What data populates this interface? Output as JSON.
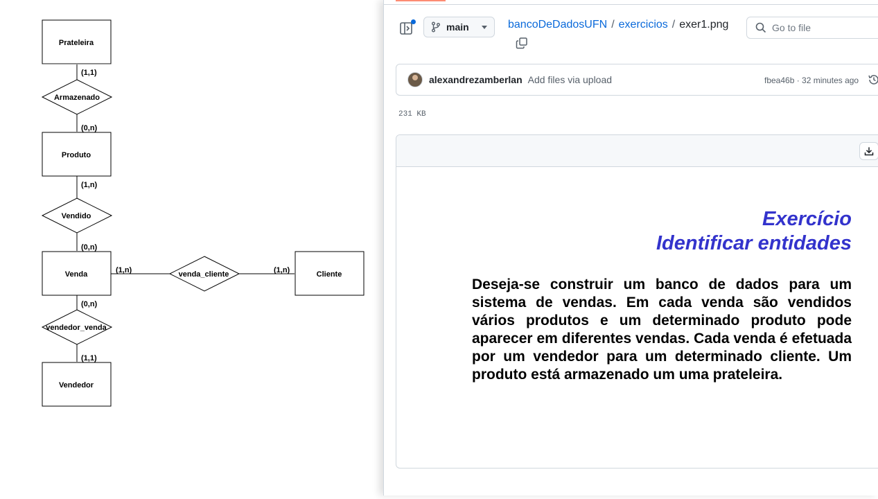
{
  "er_diagram": {
    "entities": {
      "prateleira": "Prateleira",
      "produto": "Produto",
      "venda": "Venda",
      "vendedor": "Vendedor",
      "cliente": "Cliente"
    },
    "relationships": {
      "armazenado": "Armazenado",
      "vendido": "Vendido",
      "vendedor_venda": "vendedor_venda",
      "venda_cliente": "venda_cliente"
    },
    "cardinalities": {
      "prateleira_armazenado": "(1,1)",
      "armazenado_produto": "(0,n)",
      "produto_vendido": "(1,n)",
      "vendido_venda": "(0,n)",
      "venda_vendedor_venda": "(0,n)",
      "vendedor_venda_vendedor": "(1,1)",
      "venda_venda_cliente": "(1,n)",
      "venda_cliente_cliente": "(1,n)"
    }
  },
  "github": {
    "branch": "main",
    "breadcrumb": {
      "repo": "bancoDeDadosUFN",
      "folder": "exercicios",
      "file": "exer1.png",
      "separator": "/"
    },
    "search": {
      "placeholder": "Go to file"
    },
    "commit": {
      "author": "alexandrezamberlan",
      "message": "Add files via upload",
      "meta": "fbea46b · 32 minutes ago"
    },
    "file_size": "231 KB",
    "image_content": {
      "title_line1": "Exercício",
      "title_line2": "Identificar entidades",
      "body": "Deseja-se construir um banco de dados para um sistema de vendas. Em cada venda são vendidos vários produtos e um determinado produto pode aparecer em diferentes vendas. Cada venda é efetuada por um vendedor para um determinado cliente. Um produto está armazenado um uma prateleira."
    },
    "icons": [
      "sidepanel-icon",
      "git-branch-icon",
      "copy-icon",
      "search-icon",
      "history-icon",
      "download-icon"
    ],
    "colors": {
      "link": "#0969da",
      "slide_title": "#3333cc",
      "tab_accent": "#fd8c73"
    }
  }
}
